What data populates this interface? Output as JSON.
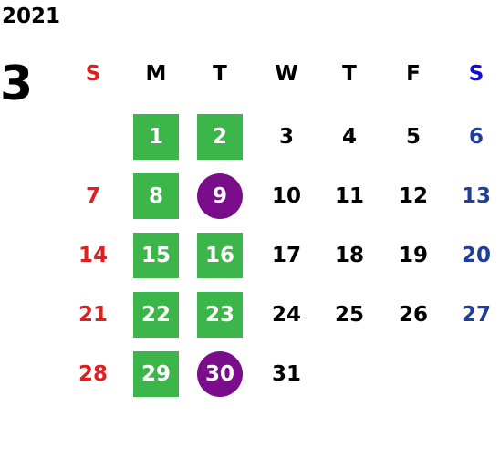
{
  "calendar": {
    "year": "2021",
    "month": "3",
    "weekdays": [
      {
        "label": "S",
        "color": "#e02020"
      },
      {
        "label": "M",
        "color": "#000000"
      },
      {
        "label": "T",
        "color": "#000000"
      },
      {
        "label": "W",
        "color": "#000000"
      },
      {
        "label": "T",
        "color": "#000000"
      },
      {
        "label": "F",
        "color": "#000000"
      },
      {
        "label": "S",
        "color": "#1010cc"
      }
    ],
    "colors": {
      "sunday": "#e02020",
      "saturday": "#1f3e96",
      "weekday": "#000000",
      "green_highlight": "#3cb54a",
      "purple_highlight": "#7a0e8a"
    },
    "weeks": [
      [
        null,
        {
          "d": "1",
          "mark": "green"
        },
        {
          "d": "2",
          "mark": "green"
        },
        {
          "d": "3"
        },
        {
          "d": "4"
        },
        {
          "d": "5"
        },
        {
          "d": "6"
        }
      ],
      [
        {
          "d": "7"
        },
        {
          "d": "8",
          "mark": "green"
        },
        {
          "d": "9",
          "mark": "purple"
        },
        {
          "d": "10"
        },
        {
          "d": "11"
        },
        {
          "d": "12"
        },
        {
          "d": "13"
        }
      ],
      [
        {
          "d": "14"
        },
        {
          "d": "15",
          "mark": "green"
        },
        {
          "d": "16",
          "mark": "green"
        },
        {
          "d": "17"
        },
        {
          "d": "18"
        },
        {
          "d": "19"
        },
        {
          "d": "20"
        }
      ],
      [
        {
          "d": "21"
        },
        {
          "d": "22",
          "mark": "green"
        },
        {
          "d": "23",
          "mark": "green"
        },
        {
          "d": "24"
        },
        {
          "d": "25"
        },
        {
          "d": "26"
        },
        {
          "d": "27"
        }
      ],
      [
        {
          "d": "28"
        },
        {
          "d": "29",
          "mark": "green"
        },
        {
          "d": "30",
          "mark": "purple"
        },
        {
          "d": "31"
        },
        null,
        null,
        null
      ]
    ]
  }
}
